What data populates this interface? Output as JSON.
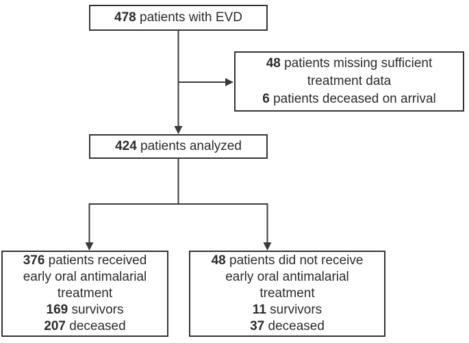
{
  "diagram": {
    "type": "patient-flow-chart",
    "boxes": {
      "top": {
        "lines": [
          {
            "num": "478",
            "rest": " patients with EVD"
          }
        ]
      },
      "excluded": {
        "lines": [
          {
            "num": "48",
            "rest": " patients missing sufficient"
          },
          {
            "num": "",
            "rest": "treatment data"
          },
          {
            "num": "6",
            "rest": " patients deceased on arrival"
          }
        ]
      },
      "analyzed": {
        "lines": [
          {
            "num": "424",
            "rest": " patients analyzed"
          }
        ]
      },
      "treated": {
        "lines": [
          {
            "num": "376",
            "rest": " patients received"
          },
          {
            "num": "",
            "rest": "early oral antimalarial"
          },
          {
            "num": "",
            "rest": "treatment"
          },
          {
            "num": "169",
            "rest": " survivors"
          },
          {
            "num": "207",
            "rest": " deceased"
          }
        ]
      },
      "untreated": {
        "lines": [
          {
            "num": "48",
            "rest": " patients did not receive"
          },
          {
            "num": "",
            "rest": "early oral antimalarial"
          },
          {
            "num": "",
            "rest": "treatment"
          },
          {
            "num": "11",
            "rest": " survivors"
          },
          {
            "num": "37",
            "rest": " deceased"
          }
        ]
      }
    },
    "colors": {
      "background": "#ffffff",
      "box_border": "#333333",
      "text": "#2b2b2b",
      "connector": "#3a3a3a"
    }
  }
}
